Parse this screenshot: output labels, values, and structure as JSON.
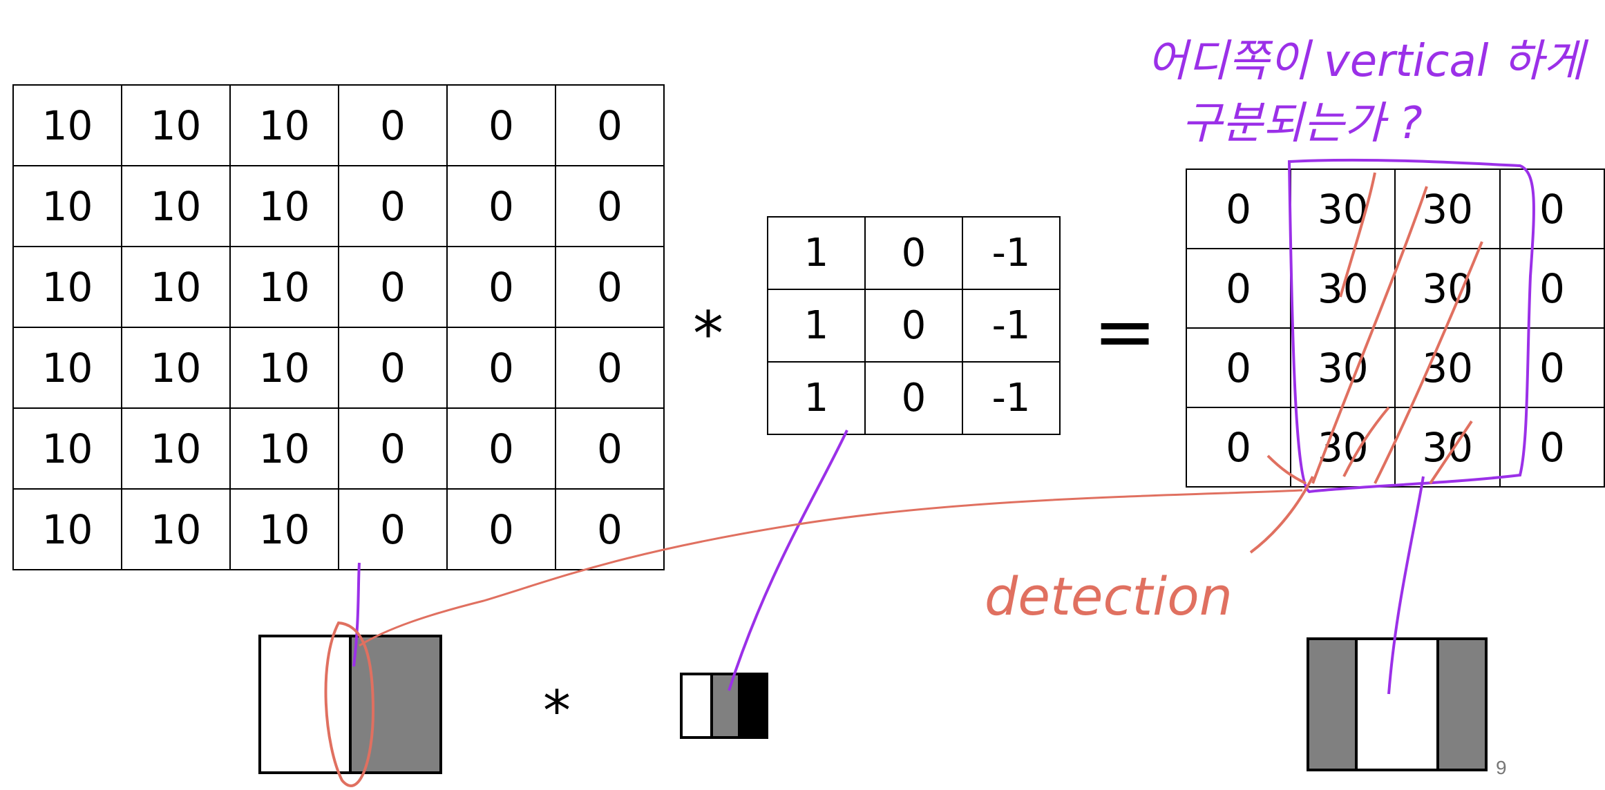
{
  "input_matrix": [
    [
      "10",
      "10",
      "10",
      "0",
      "0",
      "0"
    ],
    [
      "10",
      "10",
      "10",
      "0",
      "0",
      "0"
    ],
    [
      "10",
      "10",
      "10",
      "0",
      "0",
      "0"
    ],
    [
      "10",
      "10",
      "10",
      "0",
      "0",
      "0"
    ],
    [
      "10",
      "10",
      "10",
      "0",
      "0",
      "0"
    ],
    [
      "10",
      "10",
      "10",
      "0",
      "0",
      "0"
    ]
  ],
  "filter_matrix": [
    [
      "1",
      "0",
      "-1"
    ],
    [
      "1",
      "0",
      "-1"
    ],
    [
      "1",
      "0",
      "-1"
    ]
  ],
  "output_matrix": [
    [
      "0",
      "30",
      "30",
      "0"
    ],
    [
      "0",
      "30",
      "30",
      "0"
    ],
    [
      "0",
      "30",
      "30",
      "0"
    ],
    [
      "0",
      "30",
      "30",
      "0"
    ]
  ],
  "operators": {
    "convolve": "*",
    "equals": "="
  },
  "visual_legend": {
    "input_visual": [
      "#ffffff",
      "#808080"
    ],
    "filter_visual": [
      "#ffffff",
      "#808080",
      "#000000"
    ],
    "output_visual": [
      "#808080",
      "#ffffff",
      "#808080"
    ]
  },
  "annotations": {
    "question_line_1": "어디쪽이 vertical 하게",
    "question_line_2": "구분되는가 ?",
    "detection_label": "detection",
    "colors": {
      "purple": "#9b30e8",
      "salmon": "#e07060"
    }
  },
  "page_number": "9"
}
